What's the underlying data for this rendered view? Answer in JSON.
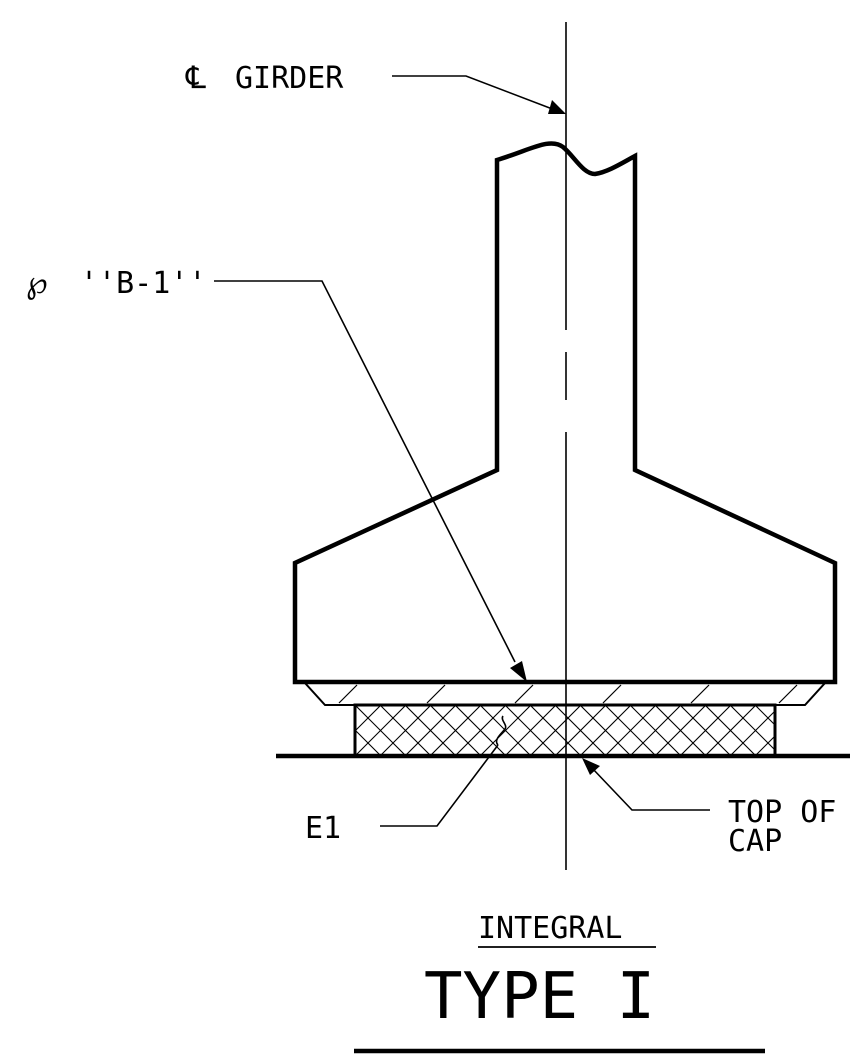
{
  "labels": {
    "cl_symbol": "℄",
    "cl_text": "GIRDER",
    "pl_symbol": "℘",
    "pl_text": "''B-1''",
    "e1": "E1",
    "top_line1": "TOP OF",
    "top_line2": "CAP",
    "view": "INTEGRAL",
    "type": "TYPE I"
  },
  "colors": {
    "ink": "#000000",
    "background": "#ffffff"
  }
}
